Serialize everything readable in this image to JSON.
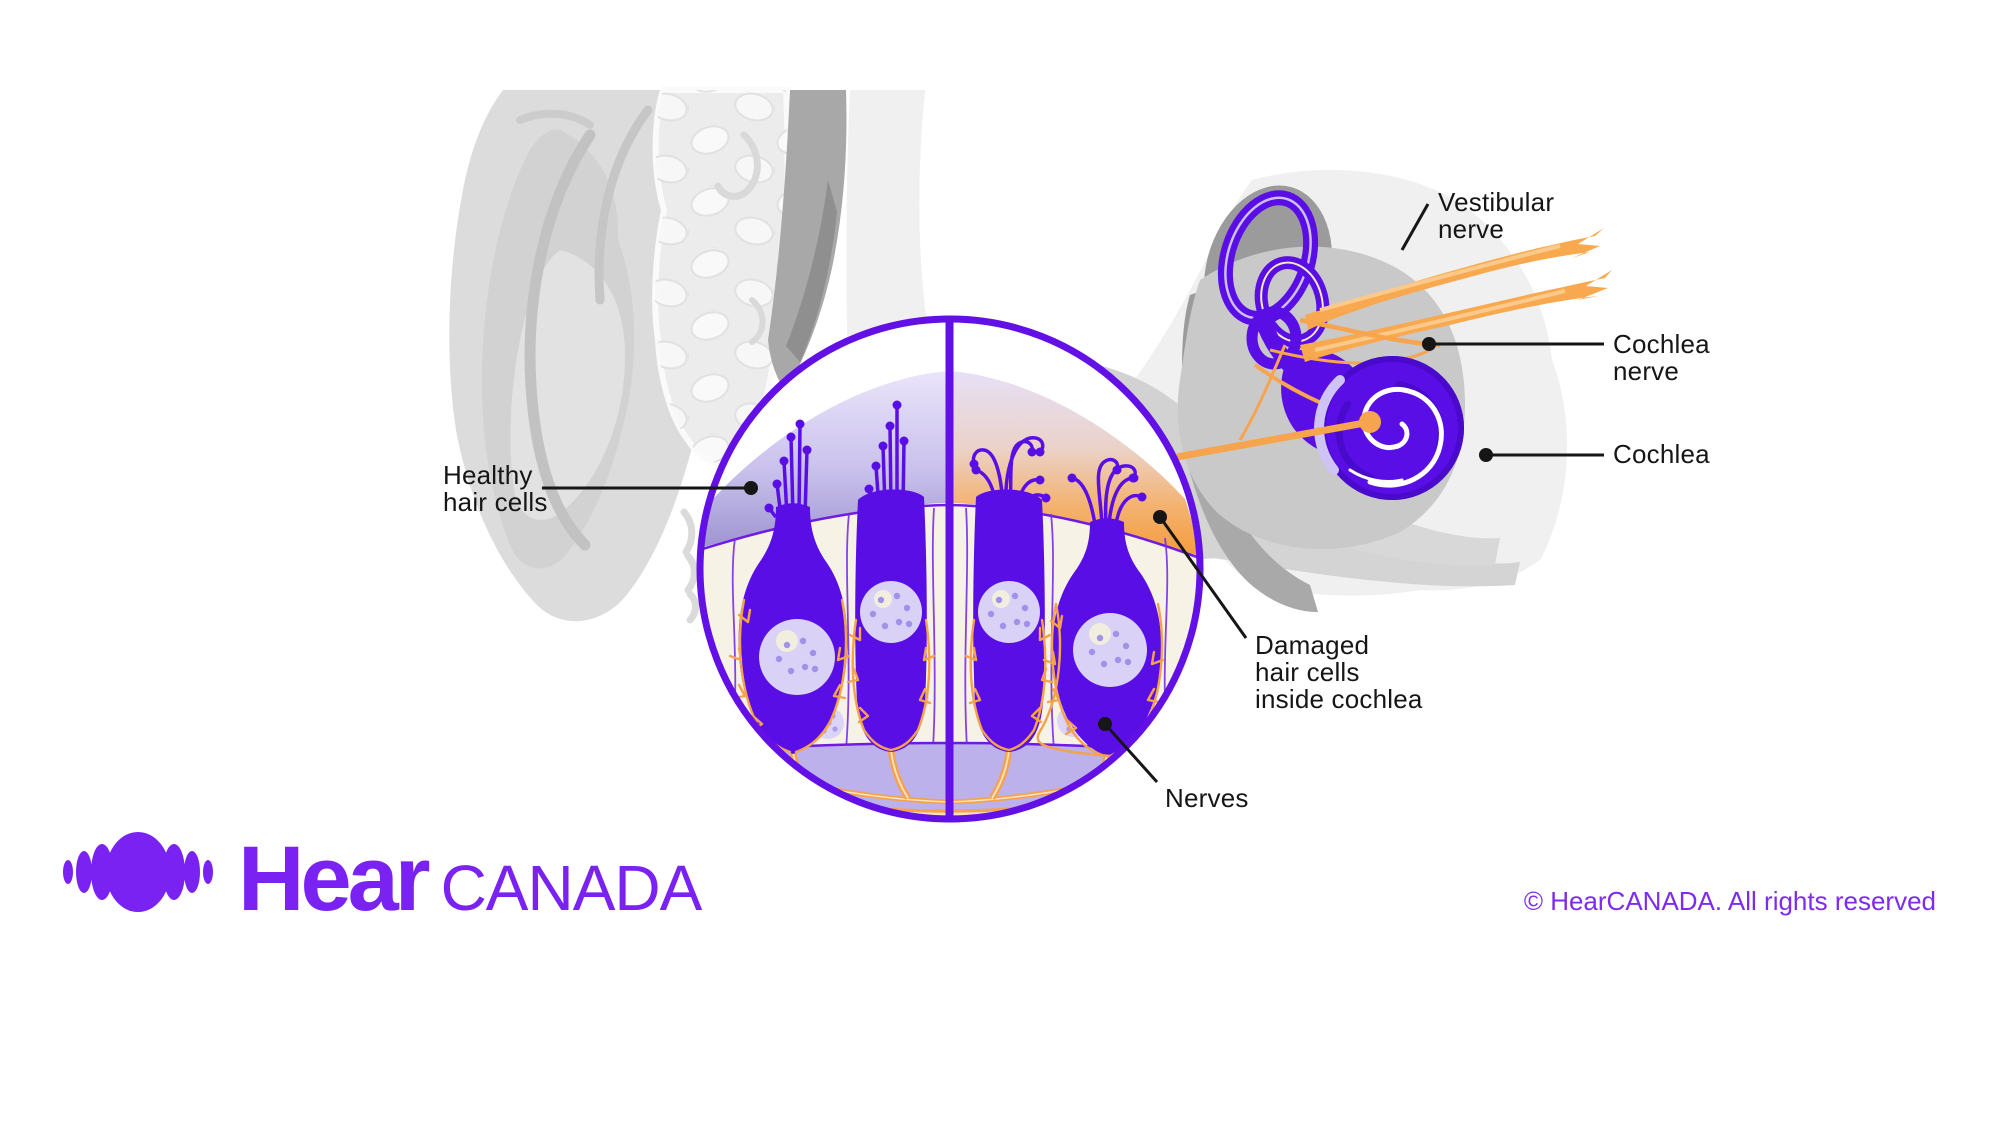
{
  "title": "Ear anatomy diagram - healthy vs damaged hair cells inside cochlea",
  "labels": {
    "healthy_hair_cells": "Healthy\nhair cells",
    "vestibular_nerve": "Vestibular\nnerve",
    "cochlea_nerve": "Cochlea\nnerve",
    "cochlea": "Cochlea",
    "damaged_hair_cells": "Damaged\nhair cells\ninside cochlea",
    "nerves": "Nerves"
  },
  "logo": {
    "icon": "soundwave-icon",
    "brand_bold": "Hear",
    "brand_light": "CANADA"
  },
  "footer": {
    "copyright": "© HearCANADA. All rights reserved"
  },
  "colors": {
    "brand_purple": "#7A22F2",
    "deep_purple": "#5A0EE6",
    "circle_border_purple": "#6210E5",
    "accent_orange": "#F7A44E",
    "lavender_band": "#BCB1EA",
    "cream_cells": "#F6F3E6",
    "label_black": "#161616",
    "bone_gray": "#EFEFEF",
    "ear_gray": "#DCDCDC"
  }
}
